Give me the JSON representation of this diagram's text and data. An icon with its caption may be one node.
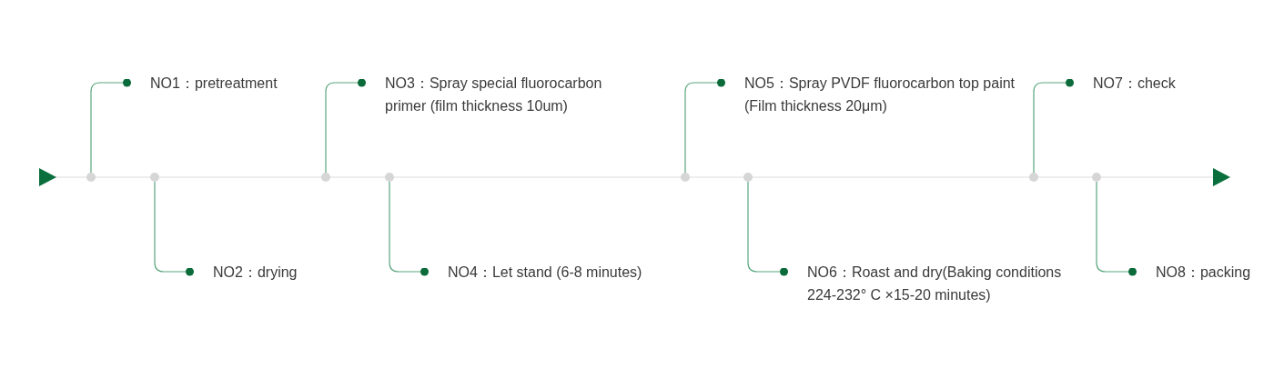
{
  "diagram": {
    "nodes": [
      {
        "text": [
          "NO1：pretreatment"
        ]
      },
      {
        "text": [
          "NO2：drying"
        ]
      },
      {
        "text": [
          "NO3：Spray special fluorocarbon primer (film thickness 10um)"
        ]
      },
      {
        "text": [
          "NO4：Let stand (6-8 minutes)"
        ]
      },
      {
        "text": [
          "NO5：Spray PVDF fluorocarbon top paint (Film thickness 20μm)"
        ]
      },
      {
        "text": [
          "NO6：Roast and dry(Baking conditions 224-232° C ×15-20 minutes)"
        ]
      },
      {
        "text": [
          "NO7：check"
        ]
      },
      {
        "text": [
          "NO8：packing"
        ]
      },
      {
        "text": [],
        "shape": "circle"
      },
      {
        "text": [],
        "shape": "circle"
      },
      {
        "text": [],
        "shape": "circle"
      },
      {
        "text": [],
        "shape": "circle"
      },
      {
        "text": [],
        "shape": "circle"
      },
      {
        "text": [],
        "shape": "circle"
      },
      {
        "text": [],
        "shape": "circle"
      },
      {
        "text": [],
        "shape": "circle"
      }
    ],
    "edges": [
      {
        "from": 0,
        "to": 8,
        "arrow": "other"
      },
      {
        "from": 1,
        "to": 9,
        "arrow": "other"
      },
      {
        "from": 2,
        "to": 10,
        "arrow": "other"
      },
      {
        "from": 3,
        "to": 11,
        "arrow": "other"
      },
      {
        "from": 4,
        "to": 12,
        "arrow": "other"
      },
      {
        "from": 5,
        "to": 13,
        "arrow": "other"
      },
      {
        "from": 6,
        "to": 14,
        "arrow": "other"
      },
      {
        "from": 7,
        "to": 15,
        "arrow": "other"
      }
    ]
  }
}
